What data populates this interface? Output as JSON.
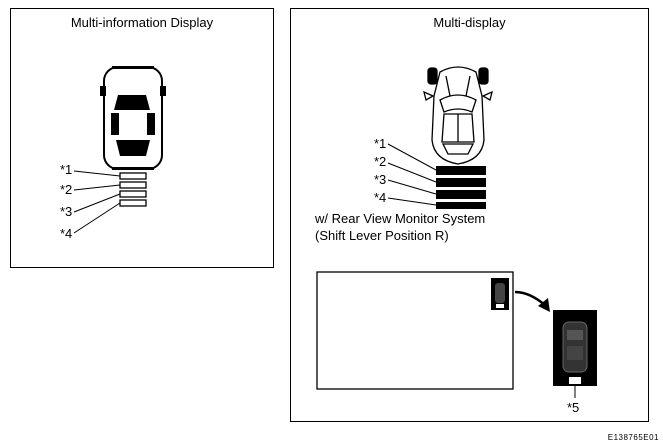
{
  "left_panel": {
    "title": "Multi-information Display",
    "labels": [
      "*1",
      "*2",
      "*3",
      "*4"
    ]
  },
  "right_panel": {
    "title": "Multi-display",
    "labels": [
      "*1",
      "*2",
      "*3",
      "*4"
    ],
    "caption_line1": "w/ Rear View Monitor System",
    "caption_line2": "(Shift Lever Position R)",
    "inset_label": "*5"
  },
  "figure_id": "E138765E01"
}
